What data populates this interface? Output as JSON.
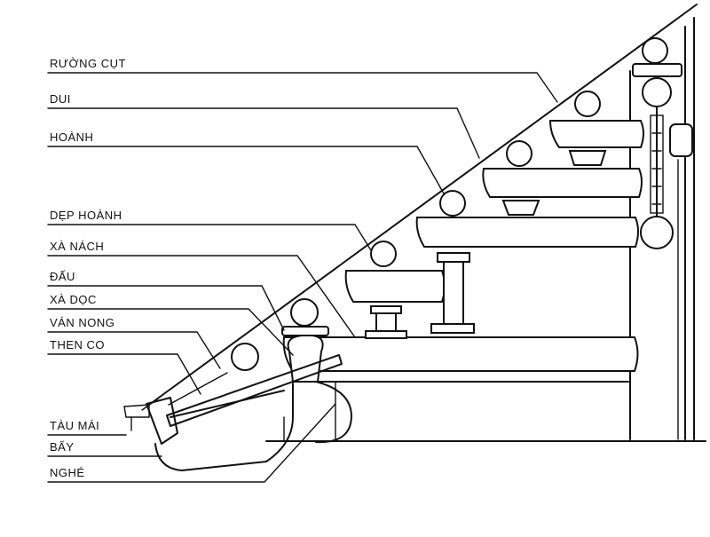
{
  "labels": [
    {
      "key": "ruong-cut",
      "text": "RƯỜNG CỤT"
    },
    {
      "key": "dui",
      "text": "DUI"
    },
    {
      "key": "hoanh",
      "text": "HOÀNH"
    },
    {
      "key": "dep-hoanh",
      "text": "DẸP HOÀNH"
    },
    {
      "key": "xa-nach",
      "text": "XÀ NÁCH"
    },
    {
      "key": "dau",
      "text": "ĐẤU"
    },
    {
      "key": "xa-doc",
      "text": "XÀ DỌC"
    },
    {
      "key": "van-nong",
      "text": "VÁN NONG"
    },
    {
      "key": "then-co",
      "text": "THEN CO"
    },
    {
      "key": "tau-mai",
      "text": "TÀU MÁI"
    },
    {
      "key": "bay",
      "text": "BẨY"
    },
    {
      "key": "nghe",
      "text": "NGHÉ"
    }
  ]
}
